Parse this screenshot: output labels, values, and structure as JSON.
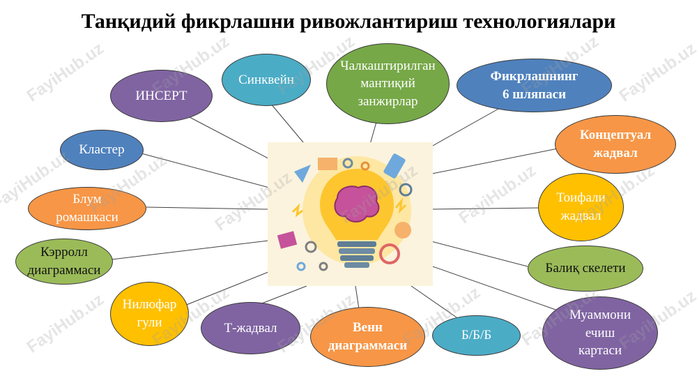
{
  "title": "Танқидий фикрлашни ривожлантириш технологиялари",
  "watermark": "FayiHub.uz",
  "nodes": [
    {
      "id": "insert",
      "label": "ИНСЕРТ",
      "color": "#8064a2",
      "bold": false
    },
    {
      "id": "sinkvein",
      "label": "Синквейн",
      "color": "#4bacc6",
      "bold": false
    },
    {
      "id": "chalkash",
      "label": "Чалкаштирилган\nмантиқий\nзанжирлар",
      "color": "#76a847",
      "bold": false
    },
    {
      "id": "shlyapa",
      "label": "Фикрлашнинг\n6 шляпаси",
      "color": "#4f81bd",
      "bold": true
    },
    {
      "id": "klaster",
      "label": "Кластер",
      "color": "#4f81bd",
      "bold": false
    },
    {
      "id": "konsept",
      "label": "Концептуал\nжадвал",
      "color": "#f79646",
      "bold": true
    },
    {
      "id": "blum",
      "label": "Блум\nромашкаси",
      "color": "#f79646",
      "bold": false
    },
    {
      "id": "toifali",
      "label": "Тоифали\nжадвал",
      "color": "#ffc000",
      "bold": false
    },
    {
      "id": "kerroll",
      "label": "Кэрролл\nдиаграммаси",
      "color": "#9bbb59",
      "bold": false,
      "dark": true
    },
    {
      "id": "baliq",
      "label": "Балиқ скелети",
      "color": "#9bbb59",
      "bold": false
    },
    {
      "id": "nilufar",
      "label": "Нилюфар\nгули",
      "color": "#ffc000",
      "bold": false
    },
    {
      "id": "tjadval",
      "label": "Т-жадвал",
      "color": "#8064a2",
      "bold": false
    },
    {
      "id": "venn",
      "label": "Венн\nдиаграммаси",
      "color": "#f79646",
      "bold": true
    },
    {
      "id": "bbb",
      "label": "Б/Б/Б",
      "color": "#4bacc6",
      "bold": false
    },
    {
      "id": "muammo",
      "label": "Муаммони\nечиш\nкартаси",
      "color": "#8064a2",
      "bold": false
    }
  ]
}
